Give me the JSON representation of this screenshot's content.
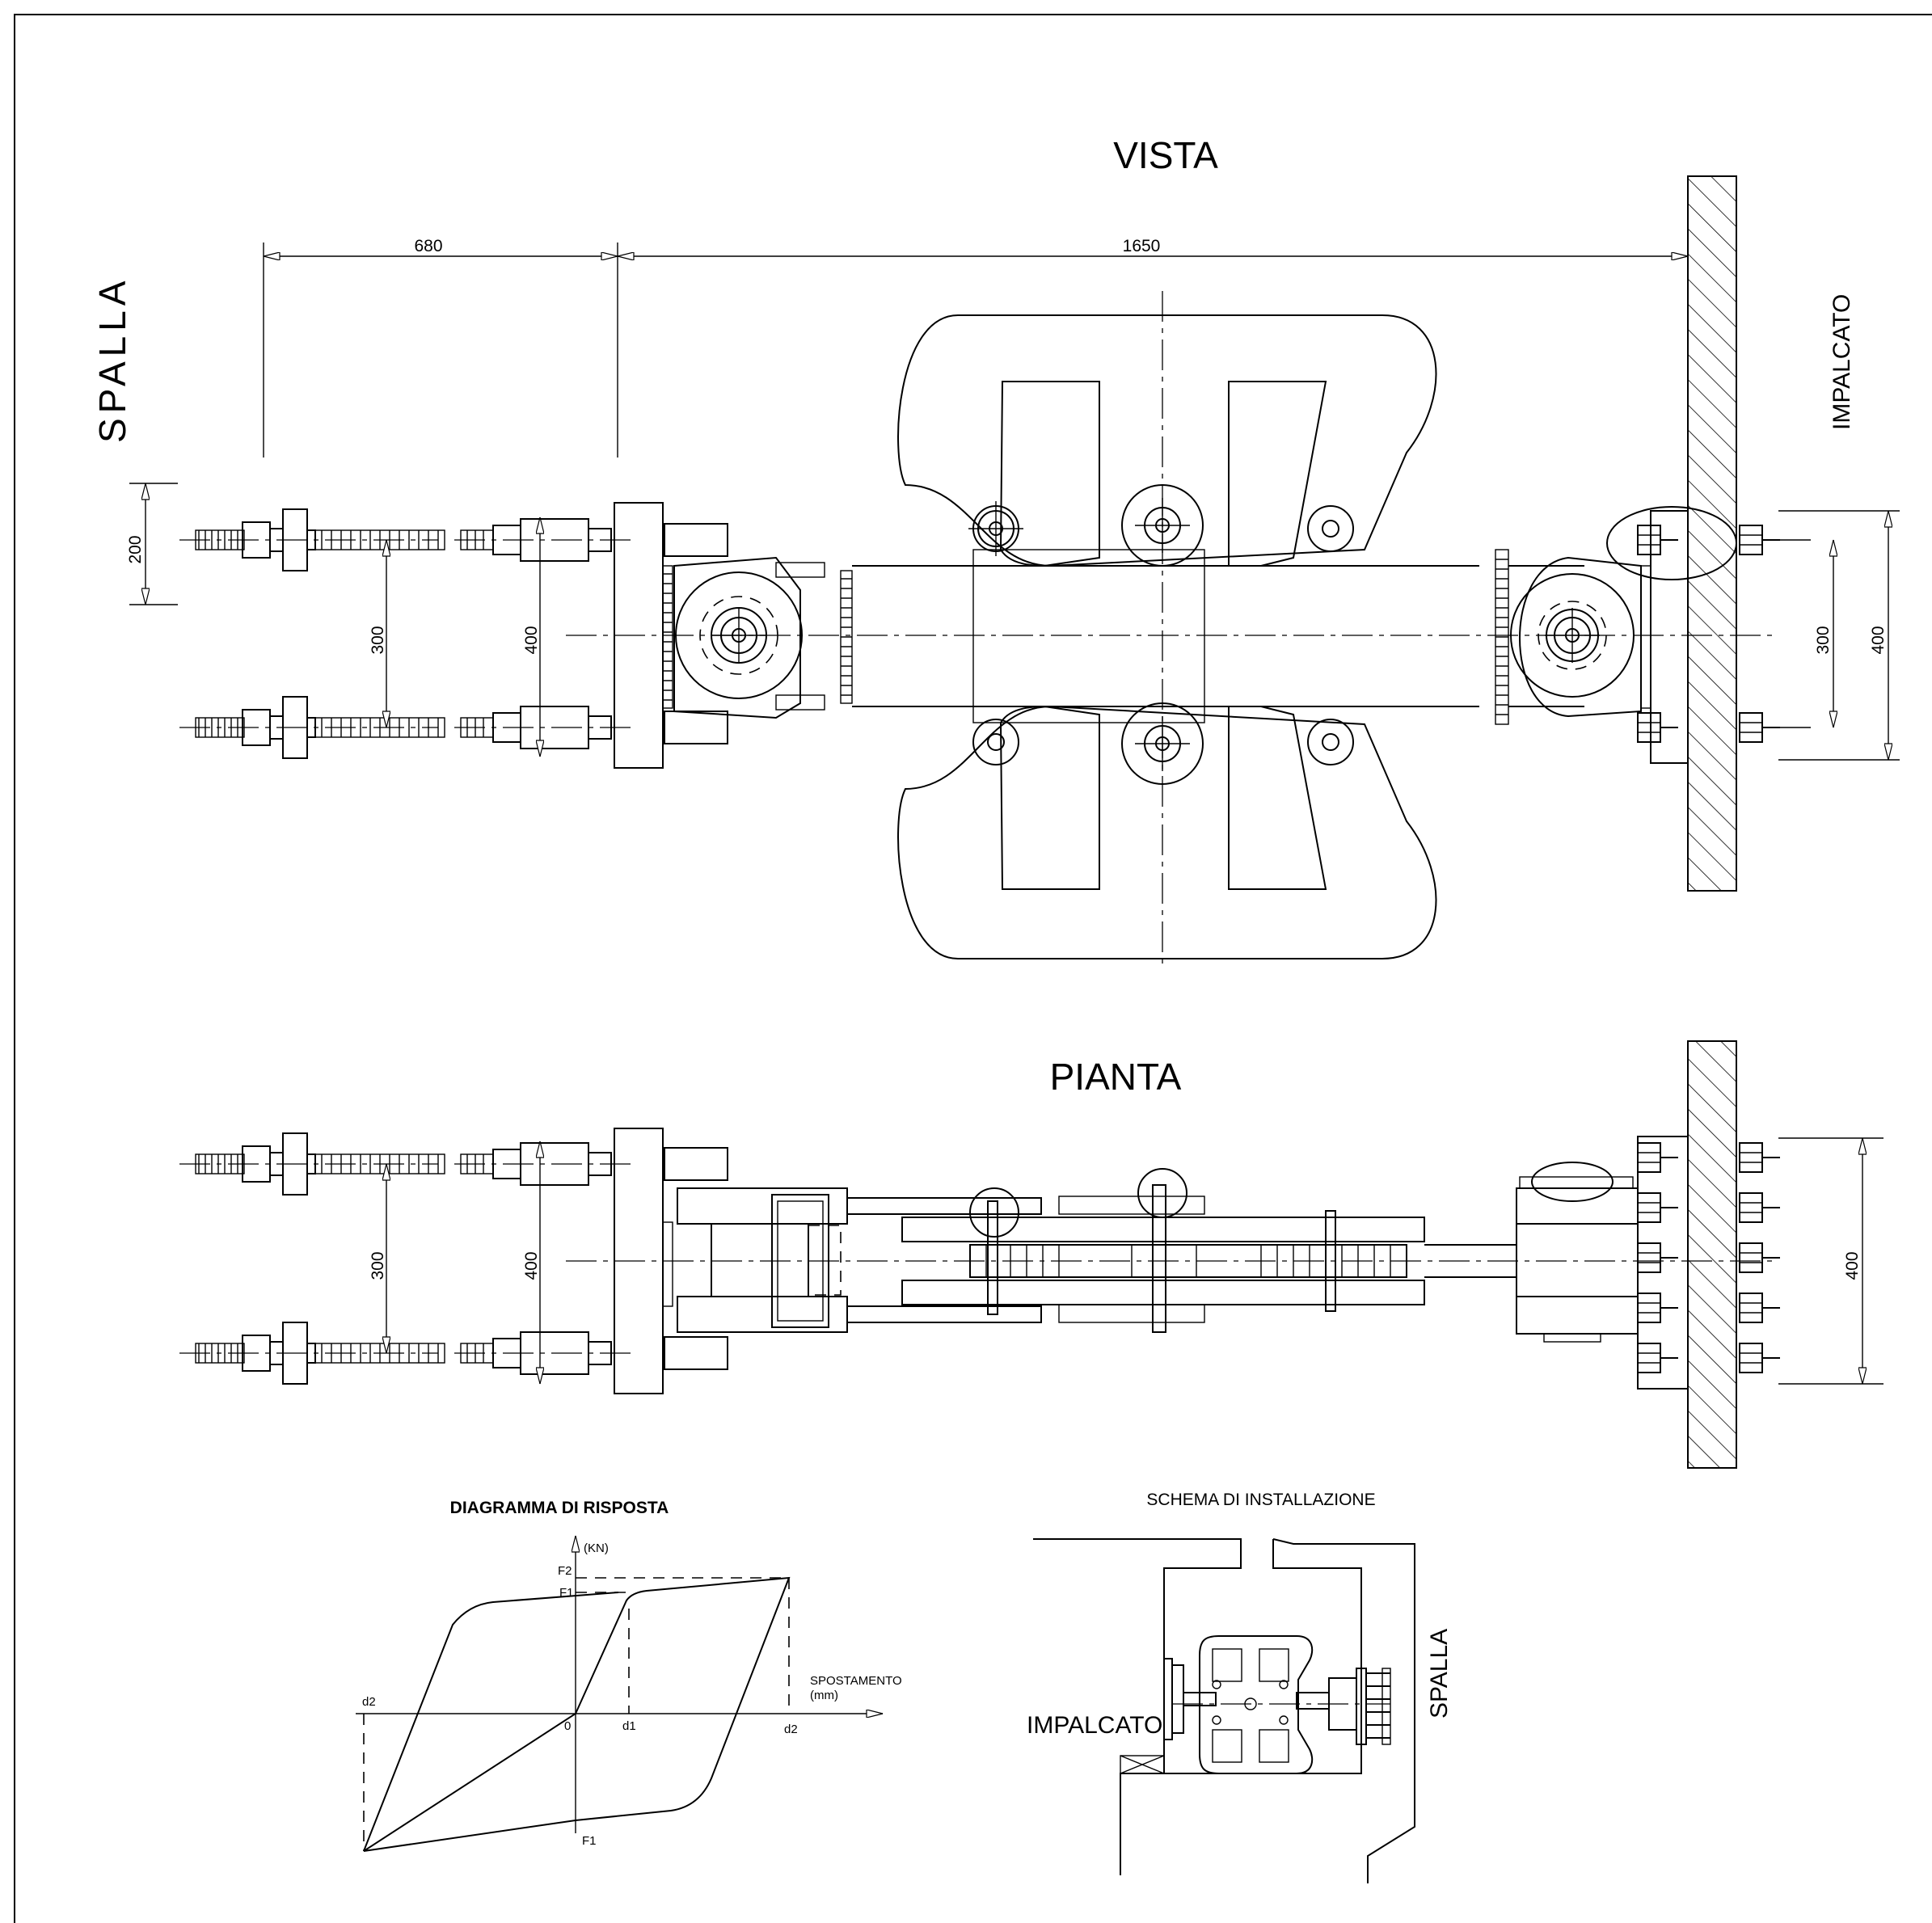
{
  "titles": {
    "vista": "VISTA",
    "pianta": "PIANTA",
    "spalla_left": "SPALLA",
    "impalcato_right": "IMPALCATO"
  },
  "dimensions": {
    "d680": "680",
    "d1650": "1650",
    "d200": "200",
    "d300_a": "300",
    "d400_a": "400",
    "d300_b": "300",
    "d400_b": "400",
    "d300_c": "300",
    "d400_c": "400",
    "d400_d": "400"
  },
  "response_diagram": {
    "title": "DIAGRAMMA DI RISPOSTA",
    "y_unit": "(KN)",
    "x_label": "SPOSTAMENTO",
    "x_unit": "(mm)",
    "F2": "F2",
    "F1_top": "F1",
    "F1_bottom": "F1",
    "d2_left": "d2",
    "origin": "0",
    "d1": "d1",
    "d2_right": "d2"
  },
  "installation_scheme": {
    "title": "SCHEMA DI INSTALLAZIONE",
    "impalcato": "IMPALCATO",
    "spalla": "SPALLA"
  }
}
